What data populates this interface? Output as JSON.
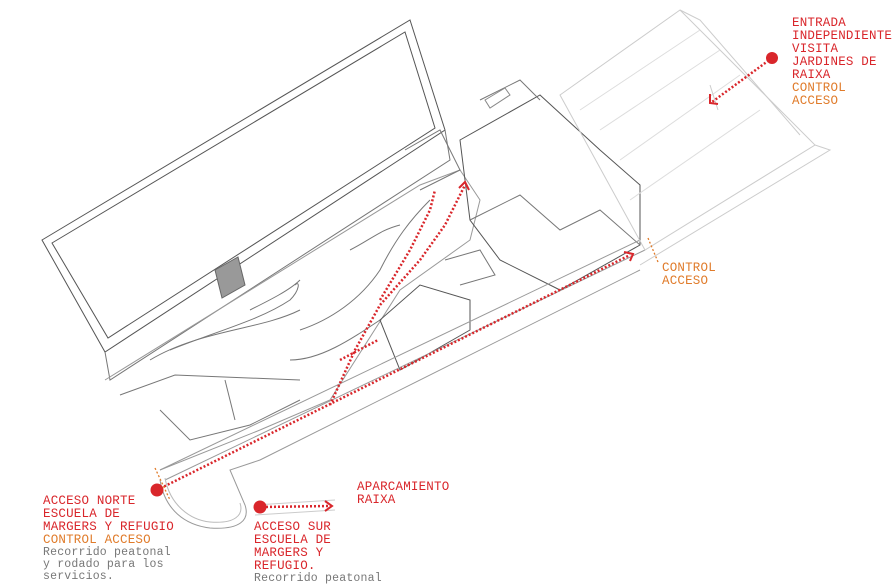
{
  "colors": {
    "access_red": "#d9262b",
    "control_orange": "#e07b2a",
    "note_gray": "#777777",
    "line_gray": "#b5b5b5"
  },
  "labels": {
    "entrada": {
      "lines": [
        "ENTRADA",
        "INDEPENDIENTE",
        "VISITA",
        "JARDINES DE",
        "RAIXA"
      ],
      "control": [
        "CONTROL",
        "ACCESO"
      ]
    },
    "control_acceso_east": [
      "CONTROL",
      "ACCESO"
    ],
    "aparcamiento": [
      "APARCAMIENTO",
      "RAIXA"
    ],
    "acceso_norte": {
      "lines": [
        "ACCESO NORTE",
        "ESCUELA DE",
        "MARGERS Y REFUGIO"
      ],
      "control": "CONTROL ACCESO",
      "note": [
        "Recorrido peatonal",
        "y rodado para los",
        "servicios."
      ]
    },
    "acceso_sur": {
      "lines": [
        "ACCESO SUR",
        "ESCUELA DE",
        "MARGERS Y",
        "REFUGIO."
      ],
      "note": "Recorrido peatonal"
    }
  }
}
